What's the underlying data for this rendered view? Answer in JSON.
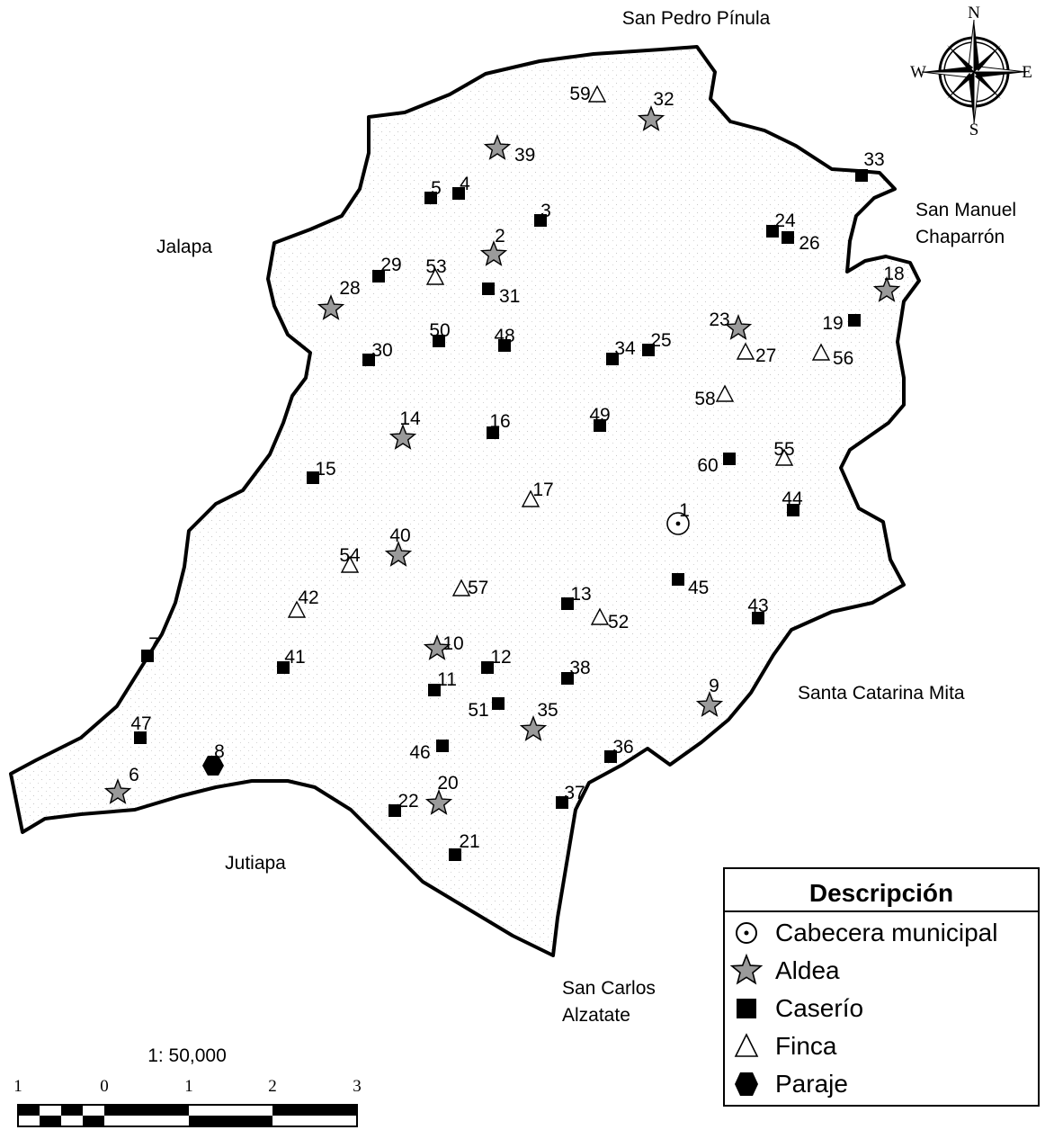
{
  "places": {
    "north": "San Pedro Pínula",
    "west": "Jalapa",
    "east_1": "San Manuel",
    "east_2": "Chaparrón",
    "southeast": "Santa Catarina Mita",
    "southwest": "Jutiapa",
    "south_1": "San Carlos",
    "south_2": "Alzatate"
  },
  "compass": {
    "n": "N",
    "s": "S",
    "e": "E",
    "w": "W"
  },
  "scale": {
    "ratio": "1: 50,000",
    "ticks": [
      "1",
      "0",
      "1",
      "2",
      "3"
    ]
  },
  "legend": {
    "title": "Descripción",
    "items": [
      {
        "type": "cabecera",
        "label": "Cabecera municipal"
      },
      {
        "type": "aldea",
        "label": "Aldea"
      },
      {
        "type": "caserio",
        "label": "Caserío"
      },
      {
        "type": "finca",
        "label": "Finca"
      },
      {
        "type": "paraje",
        "label": "Paraje"
      }
    ]
  },
  "locations": [
    {
      "id": "1",
      "type": "cabecera"
    },
    {
      "id": "2",
      "type": "aldea"
    },
    {
      "id": "3",
      "type": "caserio"
    },
    {
      "id": "4",
      "type": "caserio"
    },
    {
      "id": "5",
      "type": "caserio"
    },
    {
      "id": "6",
      "type": "aldea"
    },
    {
      "id": "7",
      "type": "caserio"
    },
    {
      "id": "8",
      "type": "paraje"
    },
    {
      "id": "9",
      "type": "aldea"
    },
    {
      "id": "10",
      "type": "aldea"
    },
    {
      "id": "11",
      "type": "caserio"
    },
    {
      "id": "12",
      "type": "caserio"
    },
    {
      "id": "13",
      "type": "caserio"
    },
    {
      "id": "14",
      "type": "aldea"
    },
    {
      "id": "15",
      "type": "caserio"
    },
    {
      "id": "16",
      "type": "caserio"
    },
    {
      "id": "17",
      "type": "finca"
    },
    {
      "id": "18",
      "type": "aldea"
    },
    {
      "id": "19",
      "type": "caserio"
    },
    {
      "id": "20",
      "type": "aldea"
    },
    {
      "id": "21",
      "type": "caserio"
    },
    {
      "id": "22",
      "type": "caserio"
    },
    {
      "id": "23",
      "type": "aldea"
    },
    {
      "id": "24",
      "type": "caserio"
    },
    {
      "id": "25",
      "type": "caserio"
    },
    {
      "id": "26",
      "type": "caserio"
    },
    {
      "id": "27",
      "type": "finca"
    },
    {
      "id": "28",
      "type": "aldea"
    },
    {
      "id": "29",
      "type": "caserio"
    },
    {
      "id": "30",
      "type": "caserio"
    },
    {
      "id": "31",
      "type": "caserio"
    },
    {
      "id": "32",
      "type": "aldea"
    },
    {
      "id": "33",
      "type": "caserio"
    },
    {
      "id": "34",
      "type": "caserio"
    },
    {
      "id": "35",
      "type": "aldea"
    },
    {
      "id": "36",
      "type": "caserio"
    },
    {
      "id": "37",
      "type": "caserio"
    },
    {
      "id": "38",
      "type": "caserio"
    },
    {
      "id": "39",
      "type": "aldea"
    },
    {
      "id": "40",
      "type": "aldea"
    },
    {
      "id": "41",
      "type": "caserio"
    },
    {
      "id": "42",
      "type": "finca"
    },
    {
      "id": "43",
      "type": "caserio"
    },
    {
      "id": "44",
      "type": "caserio"
    },
    {
      "id": "45",
      "type": "caserio"
    },
    {
      "id": "46",
      "type": "caserio"
    },
    {
      "id": "47",
      "type": "caserio"
    },
    {
      "id": "48",
      "type": "caserio"
    },
    {
      "id": "49",
      "type": "caserio"
    },
    {
      "id": "50",
      "type": "caserio"
    },
    {
      "id": "51",
      "type": "caserio"
    },
    {
      "id": "52",
      "type": "finca"
    },
    {
      "id": "53",
      "type": "finca"
    },
    {
      "id": "54",
      "type": "finca"
    },
    {
      "id": "55",
      "type": "finca"
    },
    {
      "id": "56",
      "type": "finca"
    },
    {
      "id": "57",
      "type": "finca"
    },
    {
      "id": "58",
      "type": "finca"
    },
    {
      "id": "59",
      "type": "finca"
    },
    {
      "id": "60",
      "type": "caserio"
    }
  ]
}
